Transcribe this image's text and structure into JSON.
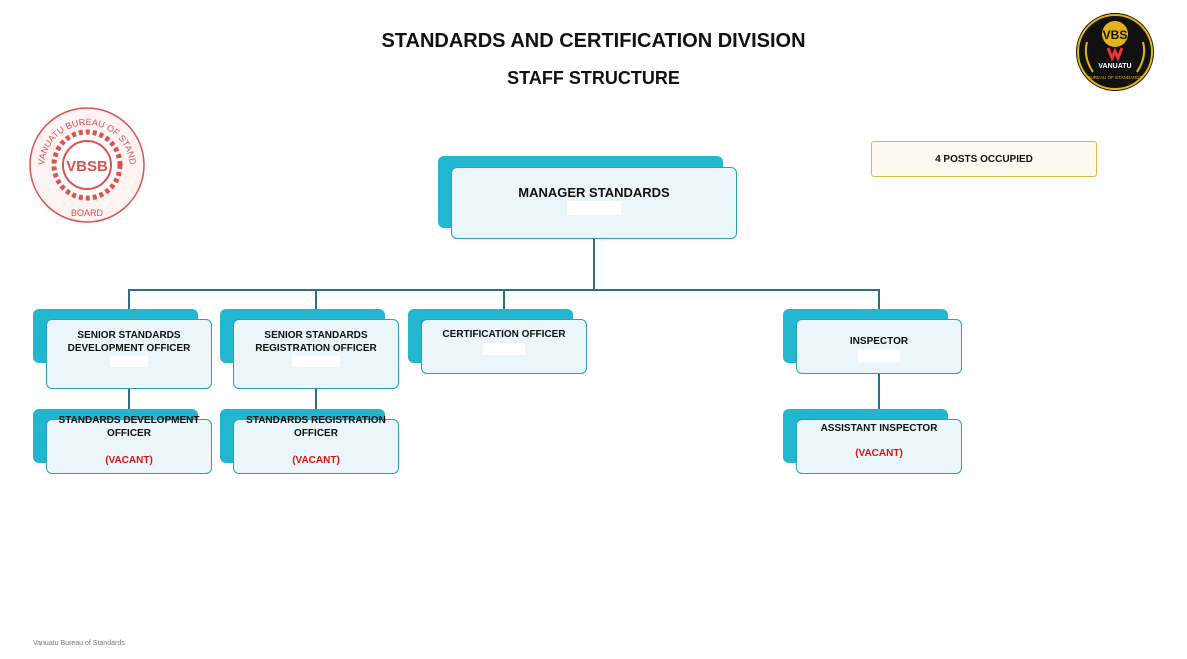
{
  "header": {
    "title": "STANDARDS AND CERTIFICATION DIVISION",
    "subtitle": "STAFF STRUCTURE"
  },
  "posts_badge": "4 POSTS OCCUPIED",
  "logos": {
    "left_stamp": {
      "ring_text": "VANUATU BUREAU OF STANDARDS BOARD",
      "center": "VBSB",
      "color": "#d9534f"
    },
    "right_badge": {
      "top": "VBS",
      "middle": "VANUATU",
      "ring": "BUREAU OF STANDARDS",
      "color": "#e3b31a"
    }
  },
  "org": {
    "manager": {
      "title": "MANAGER STANDARDS"
    },
    "level2": [
      {
        "title": "SENIOR STANDARDS DEVELOPMENT OFFICER"
      },
      {
        "title": "SENIOR STANDARDS REGISTRATION OFFICER"
      },
      {
        "title": "CERTIFICATION OFFICER"
      },
      {
        "title": "INSPECTOR"
      }
    ],
    "level3": [
      {
        "title": "STANDARDS  DEVELOPMENT OFFICER",
        "status": "(VACANT)"
      },
      {
        "title": "STANDARDS REGISTRATION OFFICER",
        "status": "(VACANT)"
      },
      {
        "title": "ASSISTANT INSPECTOR",
        "status": "(VACANT)"
      }
    ]
  },
  "colors": {
    "tab": "#22b6cf",
    "box_fill": "#eaf6fa",
    "connector": "#2b6f88",
    "vacant": "#dd1111"
  },
  "footer": "Vanuatu Bureau of Standards"
}
